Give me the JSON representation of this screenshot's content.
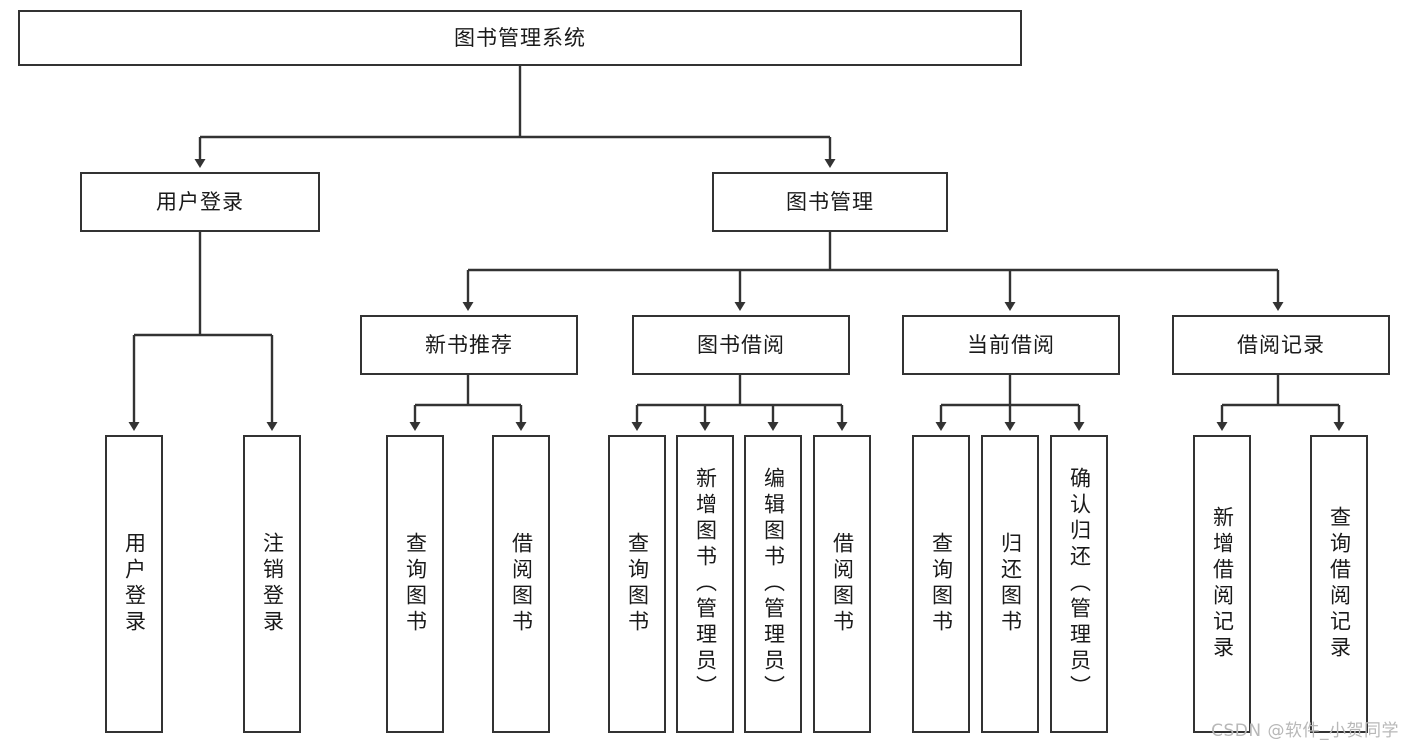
{
  "diagram": {
    "type": "tree",
    "title": "图书管理系统",
    "watermark": "CSDN @软件_小贺同学",
    "colors": {
      "stroke": "#333333",
      "fill": "#ffffff",
      "text": "#1a1a1a",
      "watermark": "#b8b8b8"
    },
    "nodes": {
      "root": "图书管理系统",
      "level2": {
        "user_login": "用户登录",
        "book_manage": "图书管理"
      },
      "level3": {
        "new_book_rec": "新书推荐",
        "book_borrow": "图书借阅",
        "current_borrow": "当前借阅",
        "borrow_record": "借阅记录"
      },
      "leaves": {
        "user_login_1": "用户登录",
        "user_login_2": "注销登录",
        "new_book_rec_1": "查询图书",
        "new_book_rec_2": "借阅图书",
        "book_borrow_1": "查询图书",
        "book_borrow_2": "新增图书（管理员）",
        "book_borrow_3": "编辑图书（管理员）",
        "book_borrow_4": "借阅图书",
        "current_borrow_1": "查询图书",
        "current_borrow_2": "归还图书",
        "current_borrow_3": "确认归还（管理员）",
        "borrow_record_1": "新增借阅记录",
        "borrow_record_2": "查询借阅记录"
      }
    }
  }
}
